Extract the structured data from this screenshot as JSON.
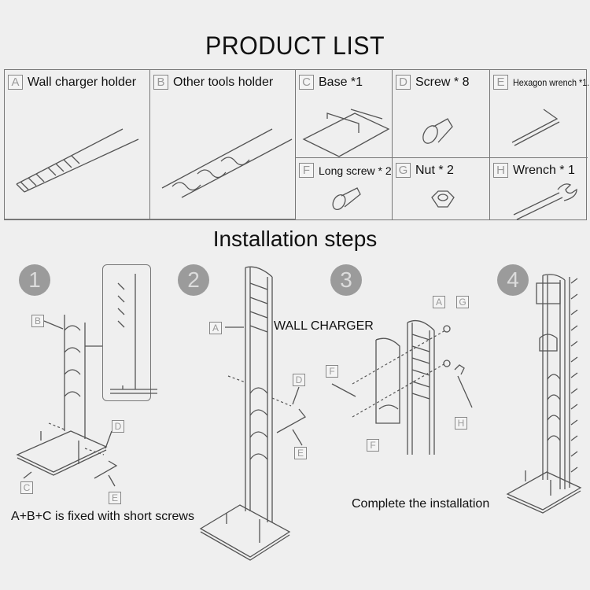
{
  "product_list": {
    "title": "PRODUCT LIST",
    "items": [
      {
        "letter": "A",
        "name": "Wall charger holder",
        "icon": "wall-charger-holder-frame"
      },
      {
        "letter": "B",
        "name": "Other tools holder",
        "icon": "other-tools-holder-frame"
      },
      {
        "letter": "C",
        "name": "Base *1",
        "icon": "base-plate"
      },
      {
        "letter": "D",
        "name": "Screw * 8",
        "icon": "screw"
      },
      {
        "letter": "E",
        "name": "Hexagon wrench *1.",
        "icon": "hex-key"
      },
      {
        "letter": "F",
        "name": "Long screw * 2",
        "icon": "long-screw"
      },
      {
        "letter": "G",
        "name": "Nut * 2",
        "icon": "hex-nut"
      },
      {
        "letter": "H",
        "name": "Wrench * 1",
        "icon": "open-end-wrench"
      }
    ]
  },
  "installation": {
    "title": "Installation steps",
    "steps": [
      {
        "number": "1",
        "caption": "A+B+C is fixed with short screws",
        "tags": [
          "B",
          "D",
          "C",
          "E"
        ]
      },
      {
        "number": "2",
        "tags": [
          "A",
          "D",
          "E"
        ]
      },
      {
        "number": "3",
        "label": "WALL CHARGER",
        "tags": [
          "A",
          "G",
          "F",
          "F",
          "H"
        ]
      },
      {
        "number": "4",
        "caption": "Complete the installation"
      }
    ]
  }
}
